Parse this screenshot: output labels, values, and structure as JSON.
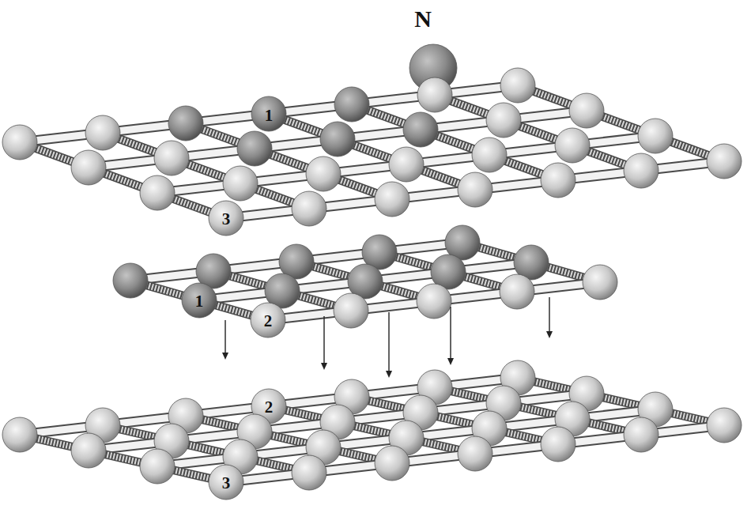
{
  "diagram": {
    "labels": [
      "N",
      "1",
      "3",
      "1",
      "2",
      "2",
      "3"
    ]
  }
}
